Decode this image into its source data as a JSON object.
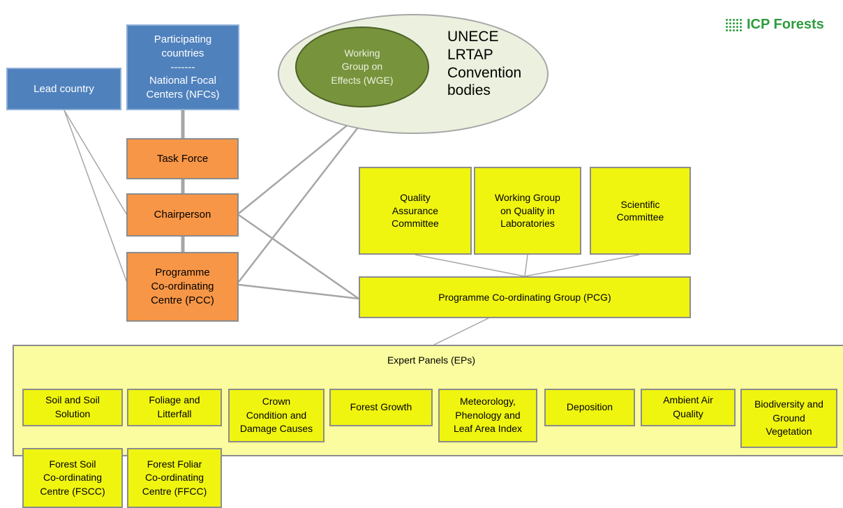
{
  "org_chart": {
    "logo": {
      "text": "ICP Forests",
      "icon": "dotted-grid-logo-icon",
      "color": "#2e9b3f"
    },
    "convention": {
      "label": "UNECE\nLRTAP\nConvention\nbodies",
      "wge": "Working\nGroup on\nEffects (WGE)"
    },
    "lead_country": "Lead country",
    "participating": "Participating\ncountries\n-------\nNational Focal\nCenters (NFCs)",
    "task_force": "Task  Force",
    "chairperson": "Chairperson",
    "pcc": "Programme\nCo-ordinating\nCentre (PCC)",
    "committees": {
      "qac": "Quality\nAssurance\nCommittee",
      "wgql": "Working Group\non Quality in\nLaboratories",
      "sc": "Scientific\nCommittee"
    },
    "pcg": "Programme Co-ordinating Group (PCG)",
    "expert_panels": {
      "title": "Expert Panels (EPs)",
      "panels": [
        "Soil and Soil\nSolution",
        "Foliage and\nLitterfall",
        "Crown\nCondition and\nDamage Causes",
        "Forest Growth",
        "Meteorology,\nPhenology and\nLeaf Area Index",
        "Deposition",
        "Ambient Air\nQuality",
        "Biodiversity and\nGround\nVegetation"
      ]
    },
    "centres": {
      "fscc": "Forest Soil\nCo-ordinating\nCentre (FSCC)",
      "ffcc": "Forest Foliar\nCo-ordinating\nCentre (FFCC)"
    },
    "colors": {
      "blue": "#4f81bd",
      "orange": "#f79646",
      "yellow": "#f0f510",
      "panel_bg": "#fbfc9f",
      "wge_green": "#77933c",
      "ellipse_bg": "#ebf1de",
      "line": "#a6a6a6"
    }
  }
}
